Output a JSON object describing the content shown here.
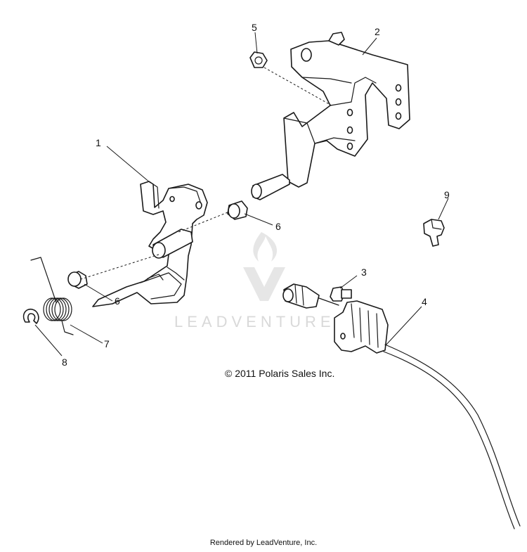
{
  "diagram": {
    "callouts": [
      "1",
      "2",
      "3",
      "4",
      "5",
      "6",
      "6",
      "7",
      "8",
      "9"
    ],
    "copyright": "© 2011 Polaris Sales Inc.",
    "watermark": "LEADVENTURE",
    "footer": "Rendered by LeadVenture, Inc."
  }
}
